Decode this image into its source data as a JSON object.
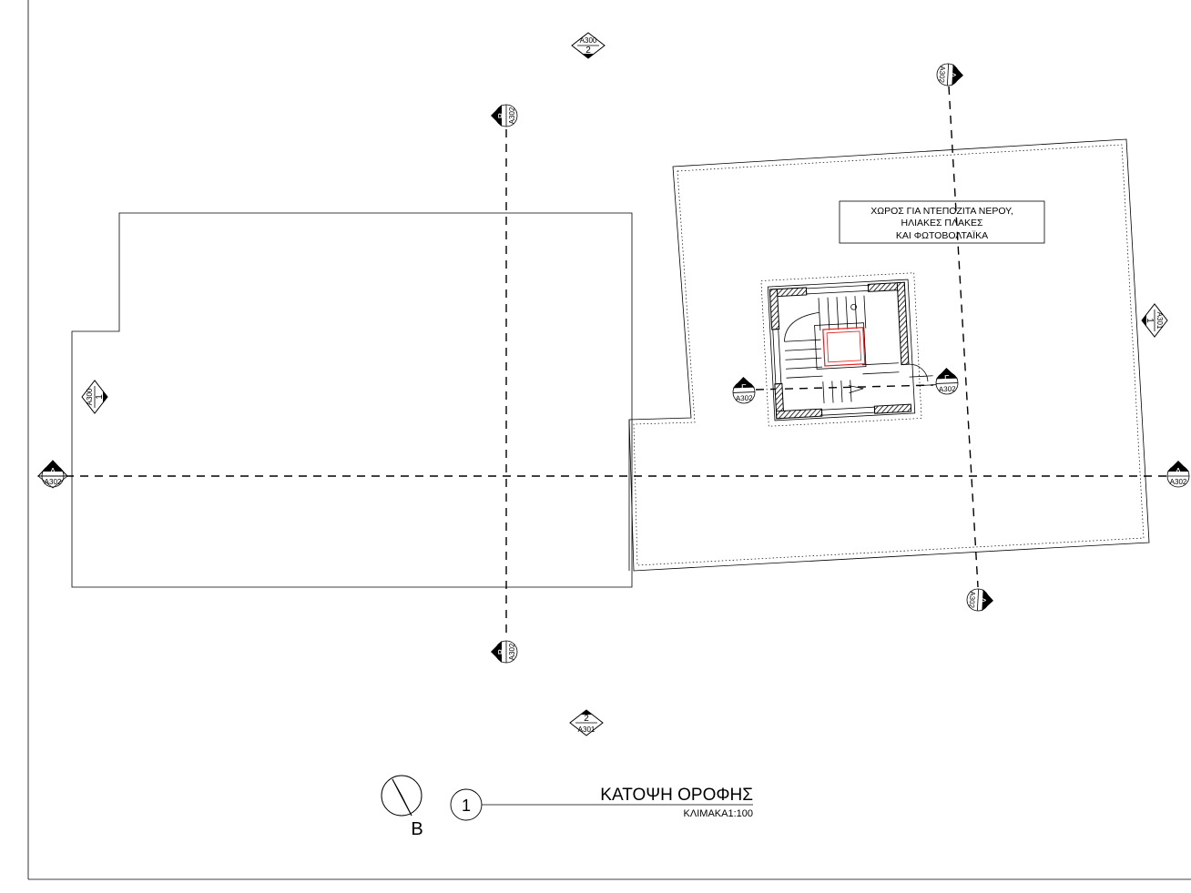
{
  "drawing": {
    "title": "ΚΑΤΟΨΗ ΟΡΟΦΗΣ",
    "scale": "ΚΛΙΜΑΚΑ1:100",
    "view_number": "1",
    "north_label": "Β",
    "note_lines": [
      "ΧΩΡΟΣ ΓΙΑ ΝΤΕΠΟΖΙΤΑ ΝΕΡΟΥ,",
      "ΗΛΙΑΚΕΣ ΠΛΑΚΕΣ",
      "ΚΑΙ ΦΩΤΟΒΟΛΤΑΪΚΑ"
    ]
  },
  "section_markers": {
    "a_left": {
      "letter": "Α",
      "sheet": "A302"
    },
    "a_right": {
      "letter": "Α",
      "sheet": "A302"
    },
    "b_top": {
      "letter": "Β",
      "sheet": "A302"
    },
    "b_bottom": {
      "letter": "Β",
      "sheet": "A302"
    },
    "g_left": {
      "letter": "Γ",
      "sheet": "A302"
    },
    "g_right": {
      "letter": "Γ",
      "sheet": "A302"
    },
    "d_top": {
      "letter": "Δ",
      "sheet": "A302"
    },
    "d_bottom": {
      "letter": "Δ",
      "sheet": "A302"
    }
  },
  "elevation_markers": {
    "top": {
      "sheet": "A300",
      "number": "2"
    },
    "bottom": {
      "sheet": "A301",
      "number": "2"
    },
    "left": {
      "sheet": "A300",
      "number": "1"
    },
    "right": {
      "sheet": "A301",
      "number": "1"
    }
  },
  "colors": {
    "line": "#000000",
    "void_outline": "#e02020"
  }
}
